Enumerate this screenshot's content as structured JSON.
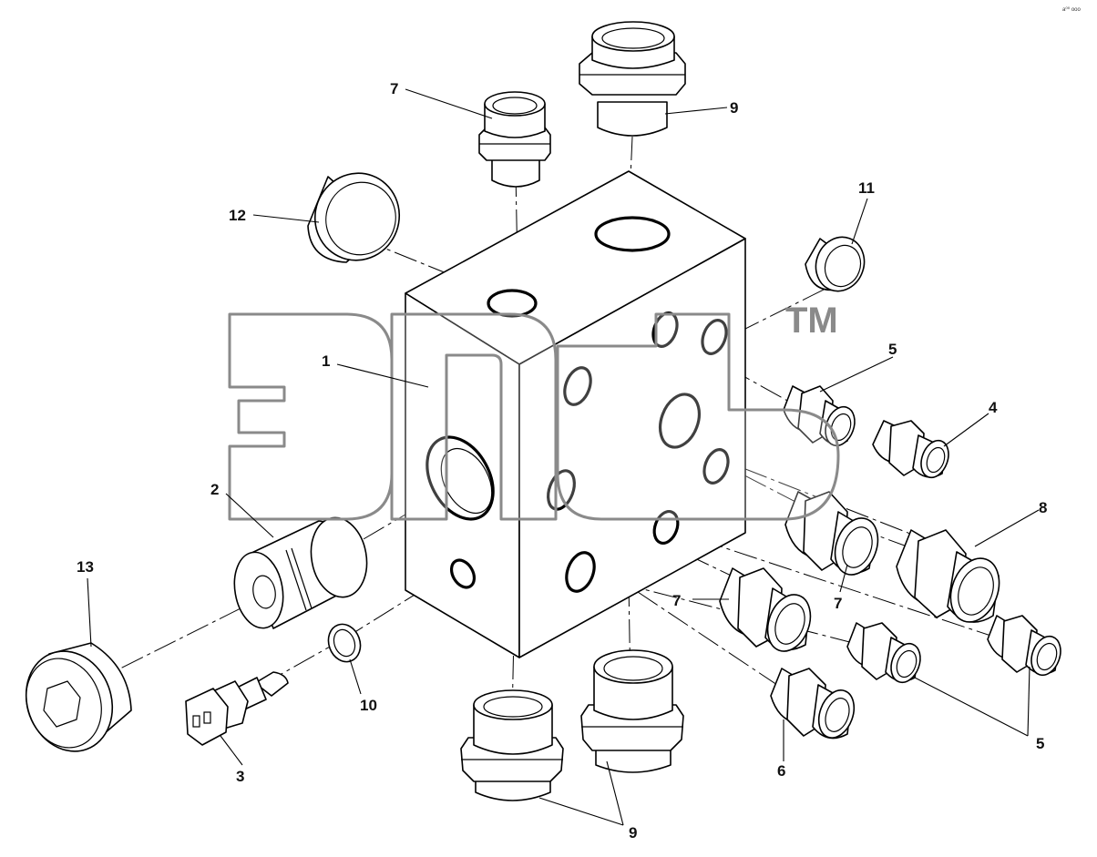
{
  "drawing_code": "a⁰⁰ ooo",
  "watermark": {
    "logo": "элф",
    "tm": "TM"
  },
  "callouts": [
    {
      "id": "c1",
      "label": "1"
    },
    {
      "id": "c2",
      "label": "2"
    },
    {
      "id": "c3",
      "label": "3"
    },
    {
      "id": "c4",
      "label": "4"
    },
    {
      "id": "c5a",
      "label": "5"
    },
    {
      "id": "c5b",
      "label": "5"
    },
    {
      "id": "c6",
      "label": "6"
    },
    {
      "id": "c7a",
      "label": "7"
    },
    {
      "id": "c7b",
      "label": "7"
    },
    {
      "id": "c7c",
      "label": "7"
    },
    {
      "id": "c8",
      "label": "8"
    },
    {
      "id": "c9a",
      "label": "9"
    },
    {
      "id": "c9b",
      "label": "9"
    },
    {
      "id": "c10",
      "label": "10"
    },
    {
      "id": "c11",
      "label": "11"
    },
    {
      "id": "c12",
      "label": "12"
    },
    {
      "id": "c13",
      "label": "13"
    }
  ]
}
